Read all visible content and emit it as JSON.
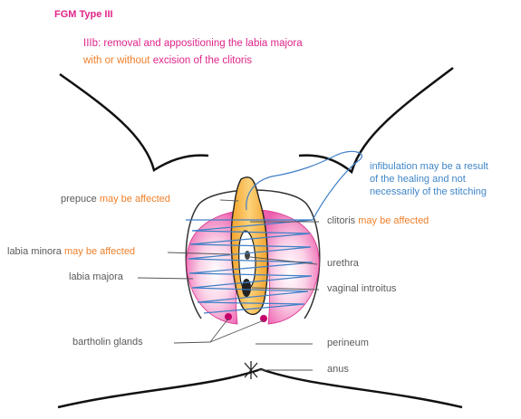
{
  "heading": {
    "title": "FGM Type III",
    "subtitle_line1": "IIIb: removal and appositioning the labia majora",
    "subtitle_line2_a": "with or without",
    "subtitle_line2_b": "excision of the clitoris"
  },
  "labels_left": {
    "prepuce": "prepuce",
    "prepuce_note": "may be affected",
    "labia_minora": "labia minora",
    "labia_minora_note": "may be affected",
    "labia_majora": "labia majora",
    "bartholin": "bartholin glands"
  },
  "labels_right": {
    "clitoris": "clitoris",
    "clitoris_note": "may be affected",
    "urethra": "urethra",
    "vaginal_introitus": "vaginal introitus",
    "perineum": "perineum",
    "anus": "anus"
  },
  "infibulation_note": {
    "line1": "infibulation may be a result",
    "line2": "of the healing and not",
    "line3": "necessarily of the stitching"
  },
  "colors": {
    "title_pink": "#e0248a",
    "note_orange": "#f07f2a",
    "note_blue": "#3f86c8",
    "stitch_blue": "#3f7fc6",
    "labia_majora_pink": "#f08cc4",
    "labia_orange": "#f6b43c"
  }
}
